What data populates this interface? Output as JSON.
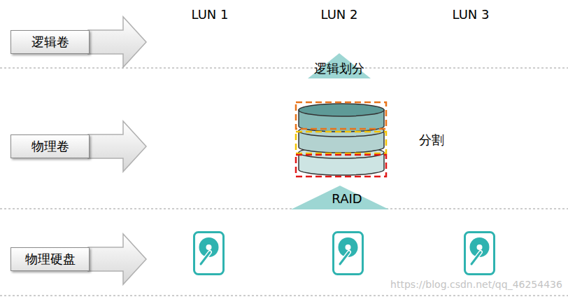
{
  "diagram": {
    "nodes": [
      {
        "text": [
          "逻辑卷"
        ]
      },
      {
        "text": [
          "物理卷"
        ]
      },
      {
        "text": [
          "物理硬盘"
        ]
      }
    ],
    "labels": [
      "LUN 1",
      "LUN 2",
      "LUN 3",
      "逻辑划分",
      "分割",
      "RAID",
      "https://blog.csdn.net/qq_46254436"
    ]
  }
}
